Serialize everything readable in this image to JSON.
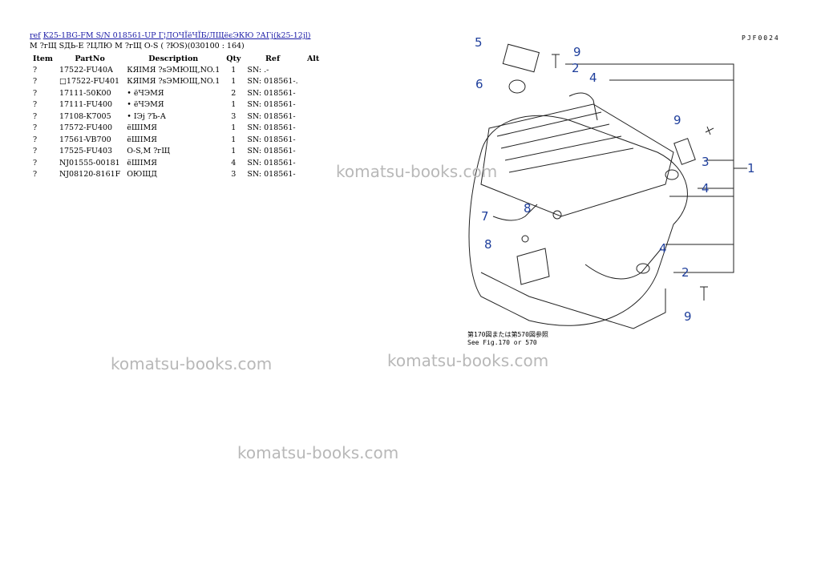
{
  "header": {
    "ref_link": "ref",
    "title_link": "K25-1BG-FM S/N 018561-UP Г¦ЛОЧЇёЧЇБ/ЛЩёєЭКЮ ?АГj(k25-12jl)",
    "subtitle": "М ?гЩ SДЬ-Е ?ЦЛЮ М ?гЩ О-S ( ?ЮS)(030100 : 164)"
  },
  "table": {
    "headers": {
      "item": "Item",
      "partno": "PartNo",
      "description": "Description",
      "qty": "Qty",
      "ref": "Ref",
      "alt": "Alt"
    },
    "rows": [
      {
        "item": "?",
        "partno": "17522-FU40A",
        "description": "КЯІМЯ ?sЭМЮЩ,NO.1",
        "qty": "1",
        "ref": "SN: .-"
      },
      {
        "item": "?",
        "partno": "□17522-FU401",
        "description": "КЯІМЯ ?sЭМЮЩ,NO.1",
        "qty": "1",
        "ref": "SN: 018561-."
      },
      {
        "item": "?",
        "partno": "17111-50K00",
        "description": "• ёЧЭМЯ",
        "qty": "2",
        "ref": "SN: 018561-"
      },
      {
        "item": "?",
        "partno": "17111-FU400",
        "description": "• ёЧЭМЯ",
        "qty": "1",
        "ref": "SN: 018561-"
      },
      {
        "item": "?",
        "partno": "17108-K7005",
        "description": "• ІЭj ?Ъ-А",
        "qty": "3",
        "ref": "SN: 018561-"
      },
      {
        "item": "?",
        "partno": "17572-FU400",
        "description": "ёШІМЯ",
        "qty": "1",
        "ref": "SN: 018561-"
      },
      {
        "item": "?",
        "partno": "17561-VB700",
        "description": "ёШІМЯ",
        "qty": "1",
        "ref": "SN: 018561-"
      },
      {
        "item": "?",
        "partno": "17525-FU403",
        "description": "О-S,М ?гЩ",
        "qty": "1",
        "ref": "SN: 018561-"
      },
      {
        "item": "?",
        "partno": "NJ01555-00181",
        "description": "ёШІМЯ",
        "qty": "4",
        "ref": "SN: 018561-"
      },
      {
        "item": "?",
        "partno": "NJ08120-8161F",
        "description": "ОЮЩД",
        "qty": "3",
        "ref": "SN: 018561-"
      }
    ]
  },
  "drawing_code": "PJF0024",
  "figure_note": {
    "line1": "第170図または第570図参照",
    "line2": "See Fig.170 or 570"
  },
  "callouts": [
    "5",
    "9",
    "2",
    "6",
    "4",
    "9",
    "3",
    "1",
    "4",
    "8",
    "7",
    "8",
    "4",
    "2",
    "9"
  ],
  "watermark_text": "komatsu-books.com",
  "colors": {
    "link": "#1a1aa6",
    "callout": "#1f3f9c",
    "watermark": "#b8b8b8"
  }
}
